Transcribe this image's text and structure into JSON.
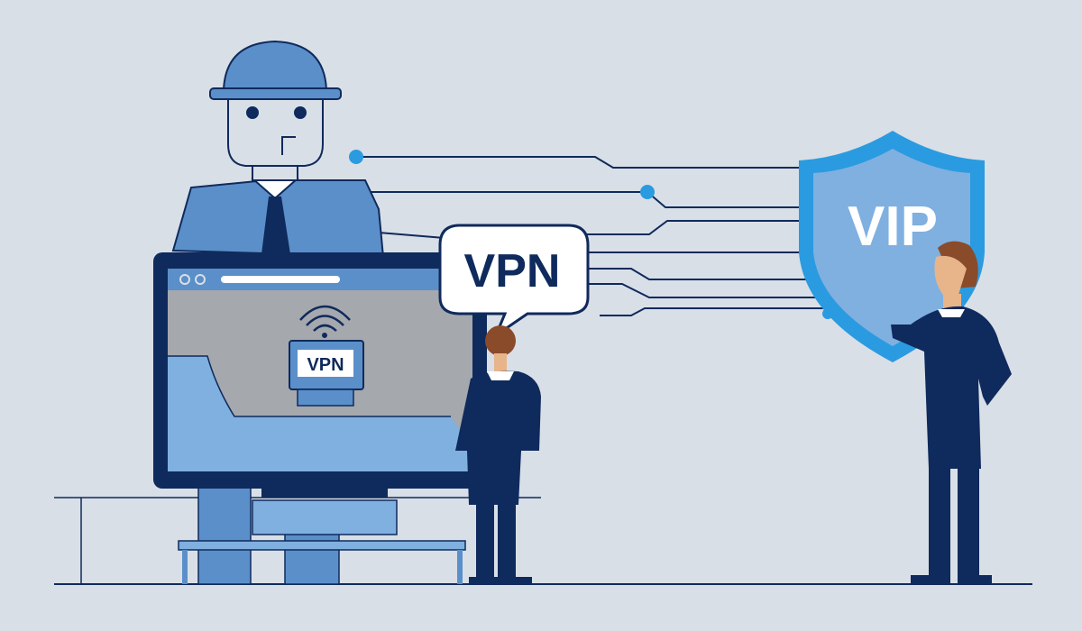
{
  "illustration": {
    "speech_bubble_text": "VPN",
    "monitor_screen_label": "VPN",
    "shield_text": "VIP"
  },
  "colors": {
    "background": "#d9dfe7",
    "navy": "#0f2a5c",
    "mid_blue": "#5b8fc9",
    "light_blue": "#7fb0e0",
    "accent_dot": "#2a9be0",
    "screen_gray": "#a5a8ad",
    "skin": "#e8b48a",
    "hair": "#8a4b2a"
  }
}
